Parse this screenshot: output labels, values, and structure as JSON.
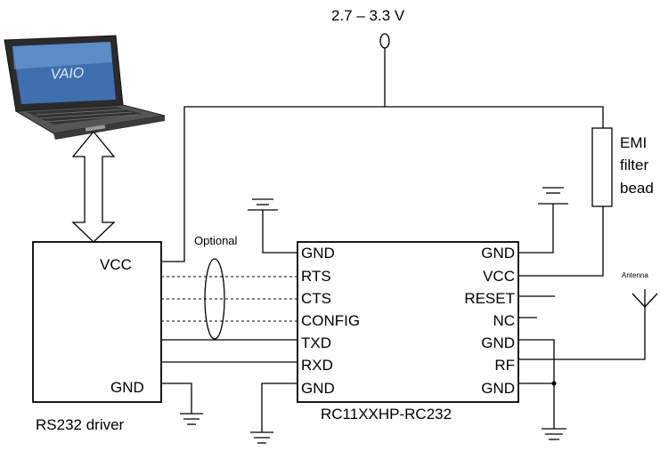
{
  "supply": {
    "voltage_label": "2.7 – 3.3 V"
  },
  "emi_filter": {
    "line1": "EMI",
    "line2": "filter",
    "line3": "bead"
  },
  "antenna": {
    "label": "Antenna"
  },
  "optional_label": "Optional",
  "rs232_driver": {
    "caption": "RS232 driver",
    "vcc_label": "VCC",
    "gnd_label": "GND"
  },
  "module": {
    "caption": "RC11XXHP-RC232",
    "left_pins": [
      "GND",
      "RTS",
      "CTS",
      "CONFIG",
      "TXD",
      "RXD",
      "GND"
    ],
    "right_pins": [
      "GND",
      "VCC",
      "RESET",
      "NC",
      "GND",
      "RF",
      "GND"
    ]
  },
  "laptop": {
    "brand_text": "VAIO",
    "icon": "laptop-computer-icon"
  },
  "colors": {
    "line": "#000000",
    "background": "#ffffff"
  }
}
